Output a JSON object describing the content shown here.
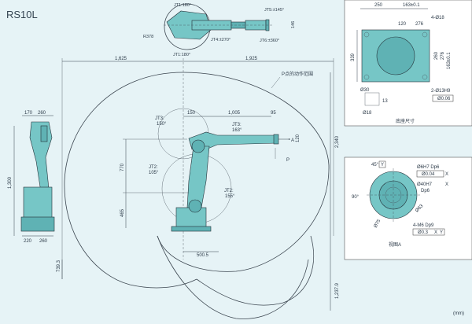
{
  "title": "RS10L",
  "unit": "(mm)",
  "top_view": {
    "jt1": "JT1:180°",
    "jt1b": "JT1:180°",
    "r": "R378",
    "jt4": "JT4:±270°",
    "jt5": "JT5:±145°",
    "jt6": "JT6:±360°",
    "d146": "146"
  },
  "main": {
    "d1625": "1,625",
    "d1925": "1,925",
    "p_label": "P点的动作范围",
    "jt3a": "JT3:",
    "jt3a_v": "150°",
    "d150": "150",
    "d1005": "1,005",
    "d95": "95",
    "jt3b": "JT3:",
    "jt3b_v": "163°",
    "a": "A",
    "d120": "120",
    "p": "P",
    "d770": "770",
    "jt2a": "JT2:",
    "jt2a_v": "105°",
    "jt2b": "JT2:",
    "jt2b_v": "155°",
    "d465": "465",
    "d2340": "2,340",
    "d5005": "500.5",
    "d7393": "739.3",
    "d12379": "1,237.9"
  },
  "side_view": {
    "d170": "170",
    "d260a": "260",
    "d1300": "1,300",
    "d220": "220",
    "d260b": "260"
  },
  "base_view": {
    "d250": "250",
    "d163": "163±0.1",
    "holes": "4-Ø18",
    "d120": "120",
    "d276": "276",
    "d339": "339",
    "d260": "260",
    "d276b": "276",
    "d163b": "163±0.1",
    "pin": "2-Ø13H9",
    "tol": "Ø0.06",
    "d30": "Ø30",
    "d18": "Ø18",
    "d13": "13",
    "caption": "底座尺寸"
  },
  "flange_view": {
    "ang45": "45°",
    "y": "Y",
    "d6h7": "Ø6H7 Dp6",
    "t004": "Ø0.04",
    "x1": "X",
    "d40h7": "Ø40H7",
    "dp6": "Dp6",
    "x2": "X",
    "ang90": "90°",
    "d63": "Ø63",
    "d75": "Ø75",
    "m6": "4-M6 Dp9",
    "t03": "Ø0.3",
    "x3": "X",
    "y2": "Y",
    "caption": "视图A"
  },
  "colors": {
    "background": "#e6f3f6",
    "robot": "#76c6c6",
    "frame": "#ffffff"
  }
}
